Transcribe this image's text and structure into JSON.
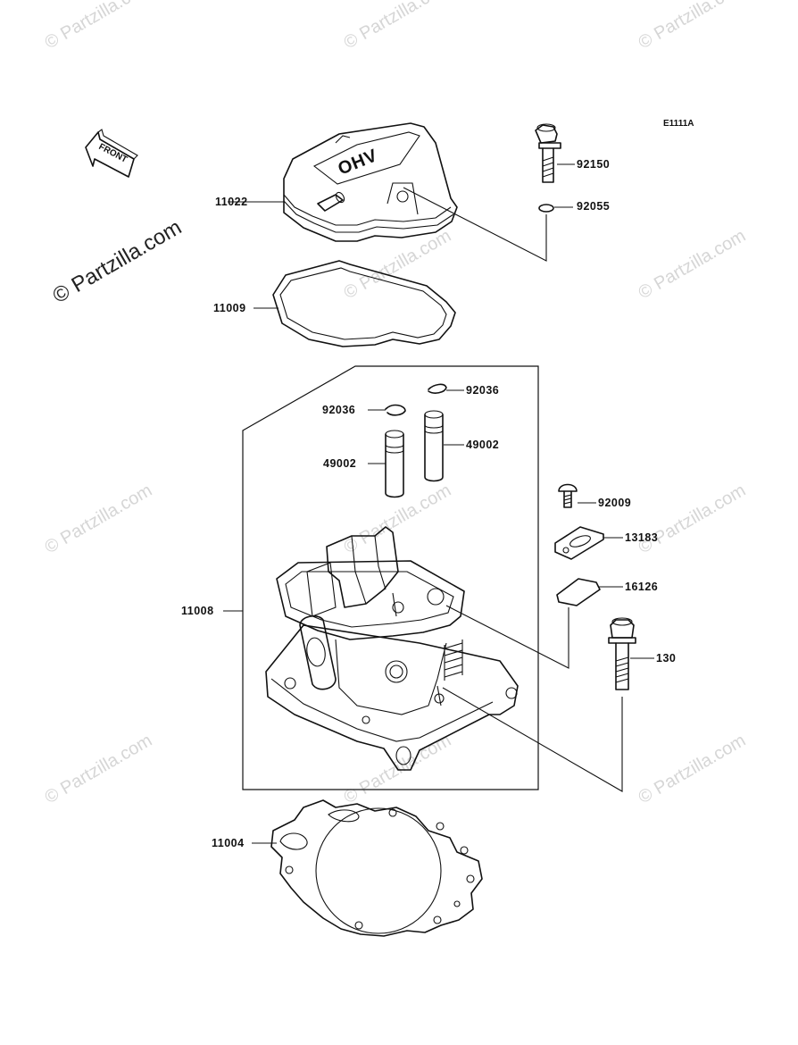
{
  "diagram": {
    "code": "E1111A",
    "front_label": "FRONT",
    "cover_text": "OHV",
    "watermark": "© Partzilla.com",
    "watermark_main": "© Partzilla.com",
    "parts": [
      {
        "id": "cylinder-head-cover",
        "number": "11022"
      },
      {
        "id": "cover-gasket",
        "number": "11009"
      },
      {
        "id": "cover-bolt",
        "number": "92150"
      },
      {
        "id": "bolt-washer",
        "number": "92055"
      },
      {
        "id": "circlip-right",
        "number": "92036"
      },
      {
        "id": "circlip-left",
        "number": "92036"
      },
      {
        "id": "valve-guide-right",
        "number": "49002"
      },
      {
        "id": "valve-guide-left",
        "number": "49002"
      },
      {
        "id": "cylinder-head",
        "number": "11008"
      },
      {
        "id": "screw",
        "number": "92009"
      },
      {
        "id": "plate",
        "number": "13183"
      },
      {
        "id": "reed-valve",
        "number": "16126"
      },
      {
        "id": "head-bolt",
        "number": "130"
      },
      {
        "id": "head-gasket",
        "number": "11004"
      }
    ]
  }
}
